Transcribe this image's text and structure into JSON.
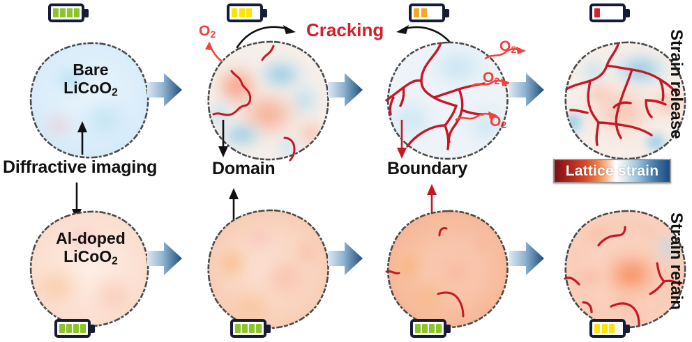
{
  "figure": {
    "title": "Schematic of lattice strain evolution in bare and Al-doped LiCoO2 during cycling",
    "type": "scientific-schematic"
  },
  "rows": [
    {
      "id": "bare",
      "side_label": "Strain release",
      "particle_label_line1": "Bare",
      "particle_label_line2": "LiCoO",
      "particle_label_sub": "2",
      "batteries": [
        {
          "level": 4,
          "color": "#8bc527",
          "position": "top"
        },
        {
          "level": 3,
          "color": "#ffe400",
          "position": "top"
        },
        {
          "level": 2,
          "color": "#f5a623",
          "position": "top"
        },
        {
          "level": 1,
          "color": "#d81f2a",
          "position": "top"
        }
      ]
    },
    {
      "id": "al-doped",
      "side_label": "Strain retain",
      "particle_label_line1": "Al-doped",
      "particle_label_line2": "LiCoO",
      "particle_label_sub": "2",
      "batteries": [
        {
          "level": 4,
          "color": "#8bc527",
          "position": "bottom"
        },
        {
          "level": 4,
          "color": "#8bc527",
          "position": "bottom"
        },
        {
          "level": 4,
          "color": "#8bc527",
          "position": "bottom"
        },
        {
          "level": 3,
          "color": "#ffe400",
          "position": "bottom"
        }
      ]
    }
  ],
  "annotations": {
    "diffractive_imaging": "Diffractive imaging",
    "domain": "Domain",
    "boundary": "Boundary",
    "cracking": "Cracking",
    "o2_label": "O",
    "o2_sub": "2",
    "o2_count_stage2": 1,
    "o2_count_stage3": 3
  },
  "colorbar": {
    "label": "Lattice strain",
    "gradient_stops": [
      "#7e0f13",
      "#c4362a",
      "#e8622f",
      "#f4a070",
      "#ffffff",
      "#cfe3f0",
      "#6fa8cd",
      "#2c6ea8",
      "#1b4a7e"
    ],
    "low_color": "#7e0f13",
    "high_color": "#1b4a7e"
  },
  "colors": {
    "arrow_gradient_start": "#cfe0ee",
    "arrow_gradient_end": "#1f4e79",
    "crack_red": "#c41826",
    "o2_red": "#f4403a",
    "battery_outline": "#161b38",
    "text_black": "#111111",
    "particle_outline": "#4a4a4a"
  }
}
